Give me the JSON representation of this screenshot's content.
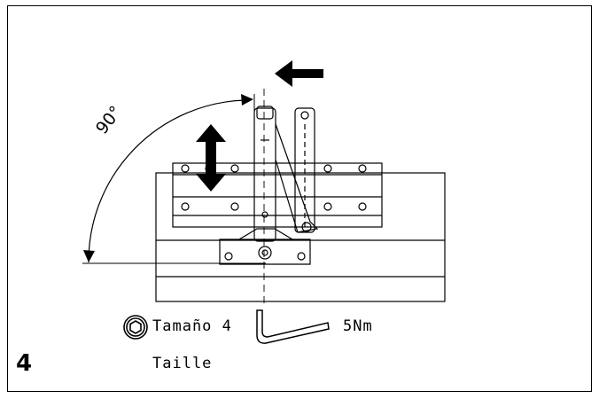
{
  "step_number": "4",
  "angle_label": "90°",
  "size_label_es": "Tamaño 4",
  "size_label_fr": "Taille",
  "torque_label": "5Nm",
  "icons": [
    "hex-socket-icon",
    "allen-key-icon",
    "move-left-arrow-icon",
    "up-down-arrow-icon"
  ],
  "colors": {
    "line": "#000000",
    "background": "#ffffff"
  }
}
